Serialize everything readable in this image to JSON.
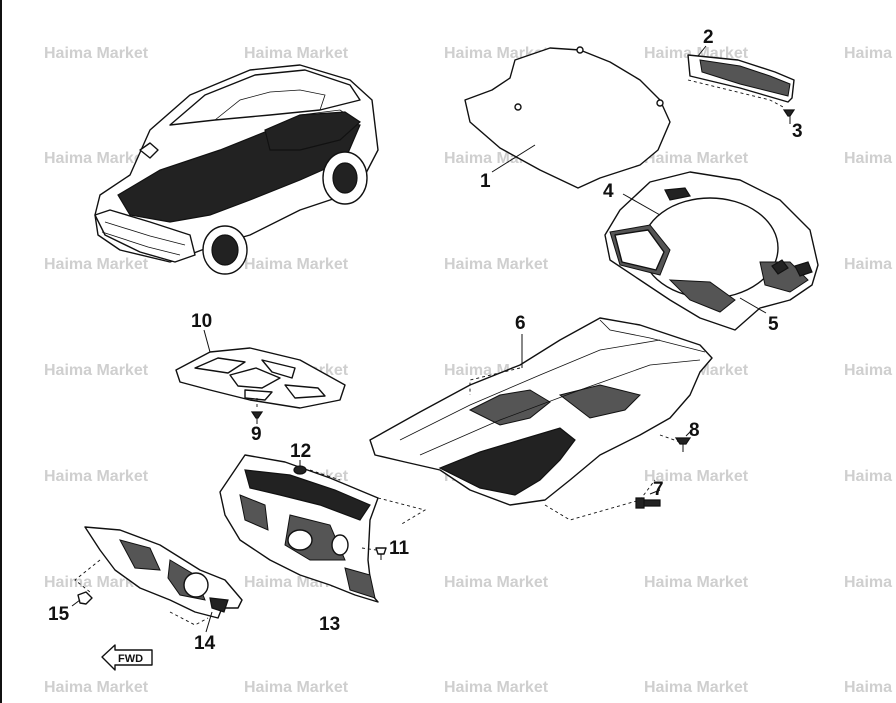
{
  "watermark": {
    "text": "Haima Market"
  },
  "fwd_label": "FWD",
  "callouts": [
    {
      "id": "1",
      "text": "1"
    },
    {
      "id": "2",
      "text": "2"
    },
    {
      "id": "3",
      "text": "3"
    },
    {
      "id": "4",
      "text": "4"
    },
    {
      "id": "5",
      "text": "5"
    },
    {
      "id": "6",
      "text": "6"
    },
    {
      "id": "7",
      "text": "7"
    },
    {
      "id": "8",
      "text": "8"
    },
    {
      "id": "9",
      "text": "9"
    },
    {
      "id": "10",
      "text": "10"
    },
    {
      "id": "11",
      "text": "11"
    },
    {
      "id": "12",
      "text": "12"
    },
    {
      "id": "13",
      "text": "13"
    },
    {
      "id": "14",
      "text": "14"
    },
    {
      "id": "15",
      "text": "15"
    }
  ],
  "colors": {
    "ink": "#111111",
    "watermark": "#cfcfcf",
    "background": "#ffffff"
  }
}
